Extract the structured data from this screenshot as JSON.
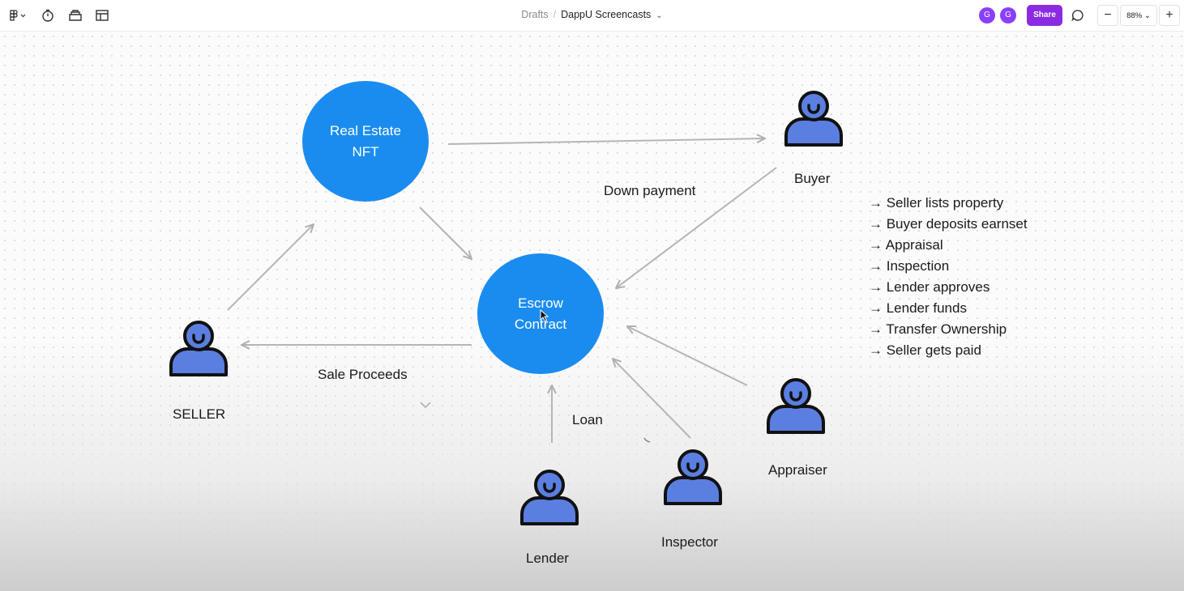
{
  "toolbar": {
    "icons": [
      "figma-menu-icon",
      "timer-icon",
      "library-icon",
      "layout-icon"
    ],
    "breadcrumb_root": "Drafts",
    "breadcrumb_sep": "/",
    "file_name": "DappU Screencasts",
    "avatars": [
      "G",
      "G"
    ],
    "share_label": "Share",
    "zoom_out_label": "−",
    "zoom_level": "88%",
    "zoom_in_label": "+"
  },
  "diagram": {
    "nft_line1": "Real Estate",
    "nft_line2": "NFT",
    "escrow_line1": "Escrow",
    "escrow_line2": "Contract",
    "down_payment": "Down payment",
    "sale_proceeds": "Sale Proceeds",
    "loan": "Loan",
    "buyer": "Buyer",
    "seller": "SELLER",
    "appraiser": "Appraiser",
    "inspector": "Inspector",
    "lender": "Lender"
  },
  "steps": [
    "→ Seller lists property",
    "→ Buyer deposits earnset",
    "→ Appraisal",
    "→ Inspection",
    "→ Lender approves",
    "→ Lender funds",
    "→ Transfer Ownership",
    "→ Seller gets paid"
  ],
  "colors": {
    "circle": "#1a8cf0",
    "person_fill": "#5b7fe0",
    "share": "#8a2be2",
    "avatar": "#8a3ffc",
    "arrow": "#b5b5b5"
  }
}
